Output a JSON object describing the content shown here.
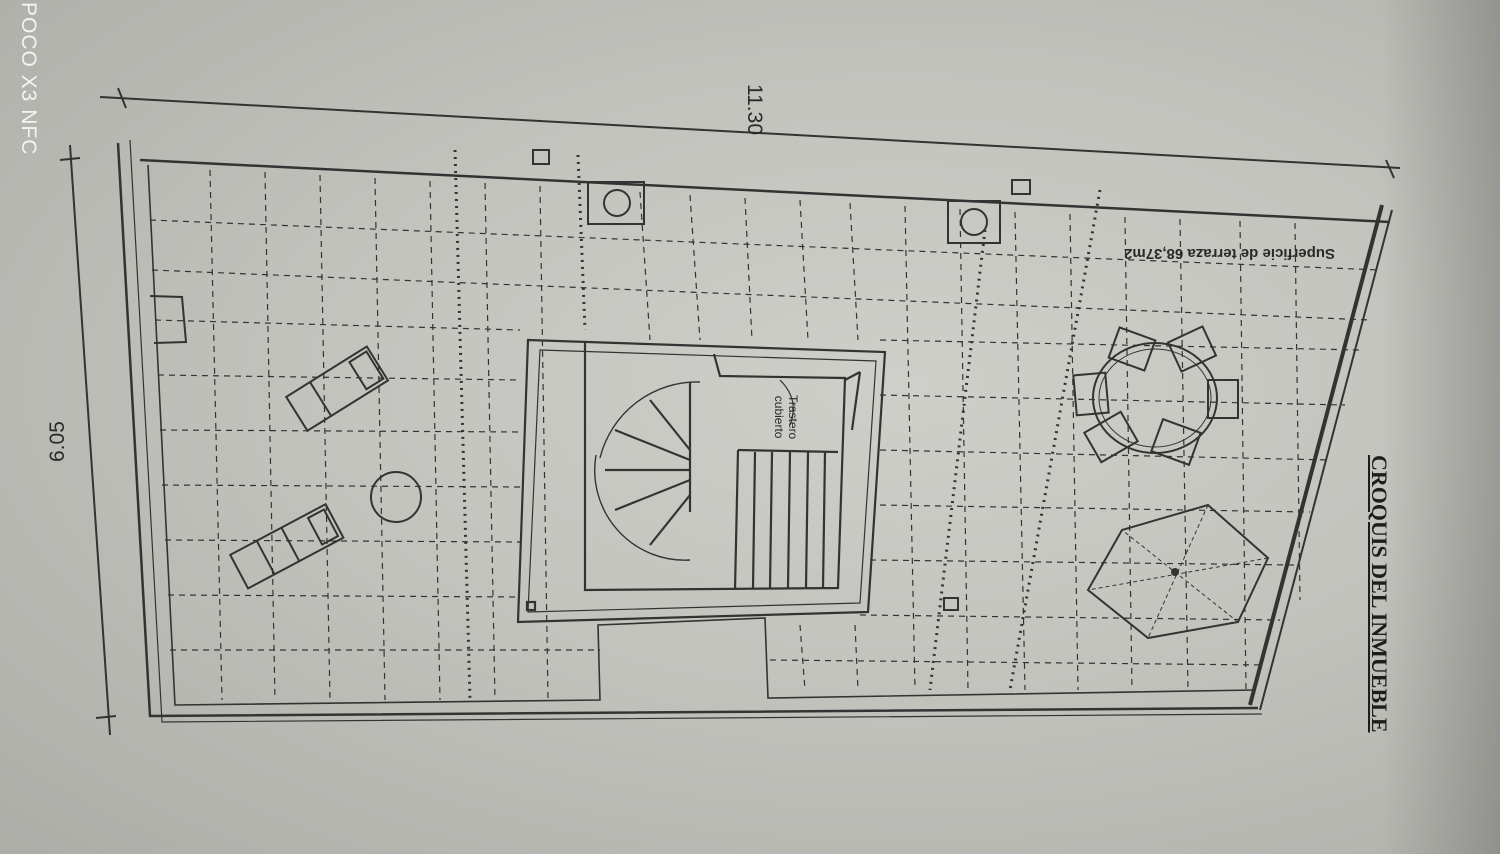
{
  "watermark": "POCO X3 NFC",
  "title": "CROQUIS DEL INMUEBLE",
  "dimensions": {
    "width_label": "11.30",
    "depth_label": "6.05"
  },
  "surface_label": "Superficie de terraza 68,37m2",
  "storage_label": "Trastero\ncubierto",
  "colors": {
    "paper": "#c9c9c4",
    "ink": "#2a2a2a"
  }
}
